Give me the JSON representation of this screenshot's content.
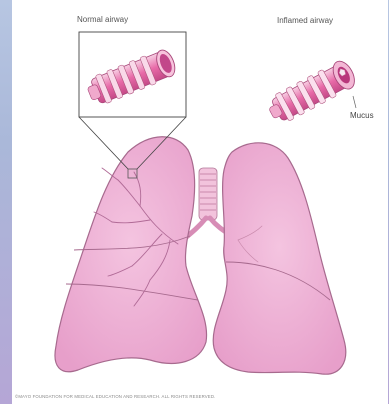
{
  "labels": {
    "normal": "Normal airway",
    "inflamed": "Inflamed airway",
    "mucus": "Mucus"
  },
  "copyright": "©MAYO FOUNDATION FOR MEDICAL EDUCATION AND RESEARCH. ALL RIGHTS RESERVED.",
  "colors": {
    "background": "#aab8d9",
    "lung": "#efaed2",
    "lung_outline": "#a76a8e",
    "airway": "#e5599c",
    "airway_light": "#f3c1dc",
    "mucus": "#f6eaf2"
  }
}
